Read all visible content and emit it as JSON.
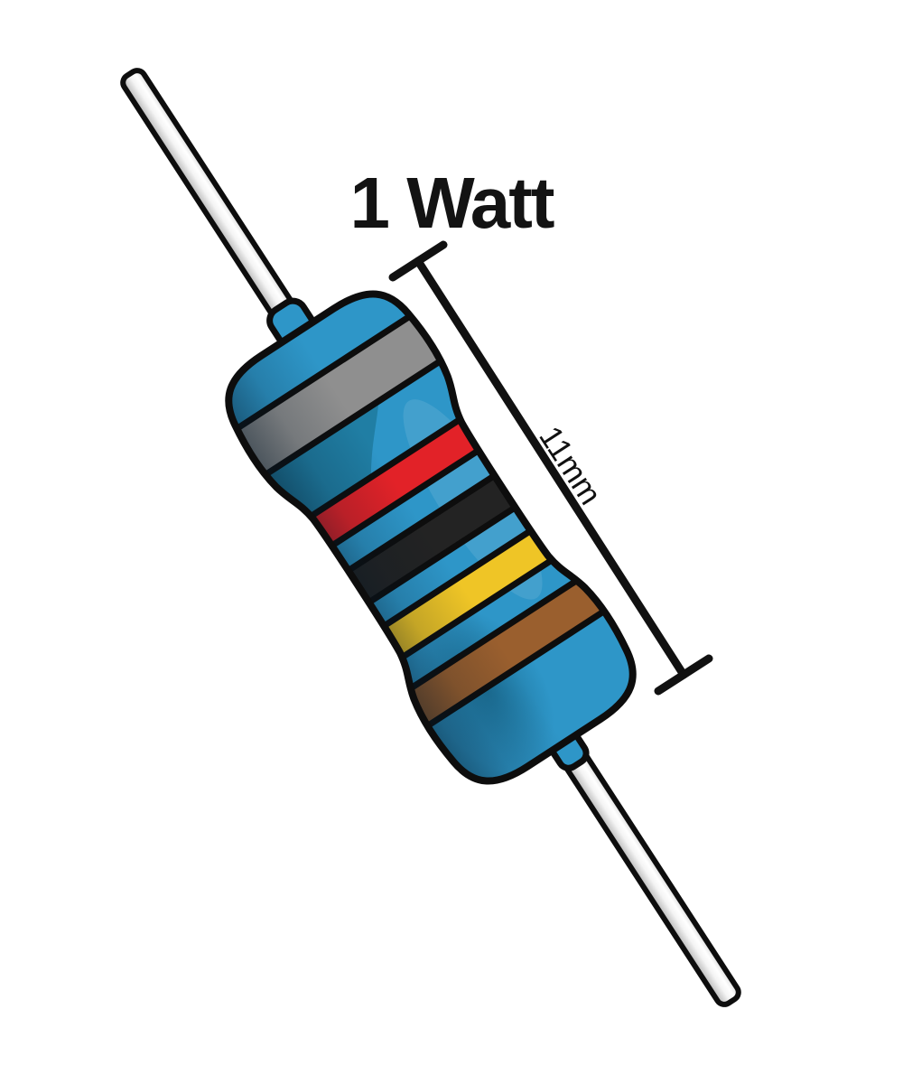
{
  "figure": {
    "title": "1 Watt",
    "dimension_label": "11mm",
    "component": "axial-resistor-illustration",
    "bands": [
      {
        "name": "gray",
        "color": "#8F8F8F"
      },
      {
        "name": "red",
        "color": "#E22228"
      },
      {
        "name": "black",
        "color": "#232323"
      },
      {
        "name": "yellow",
        "color": "#EFC526"
      },
      {
        "name": "brown",
        "color": "#9A5F2E"
      }
    ],
    "body_color": "#2E96C8",
    "lead_color": "#E8E8E8",
    "outline_color": "#0D0D0D",
    "annotation_color": "#111111",
    "background_color": "#FFFFFF"
  }
}
